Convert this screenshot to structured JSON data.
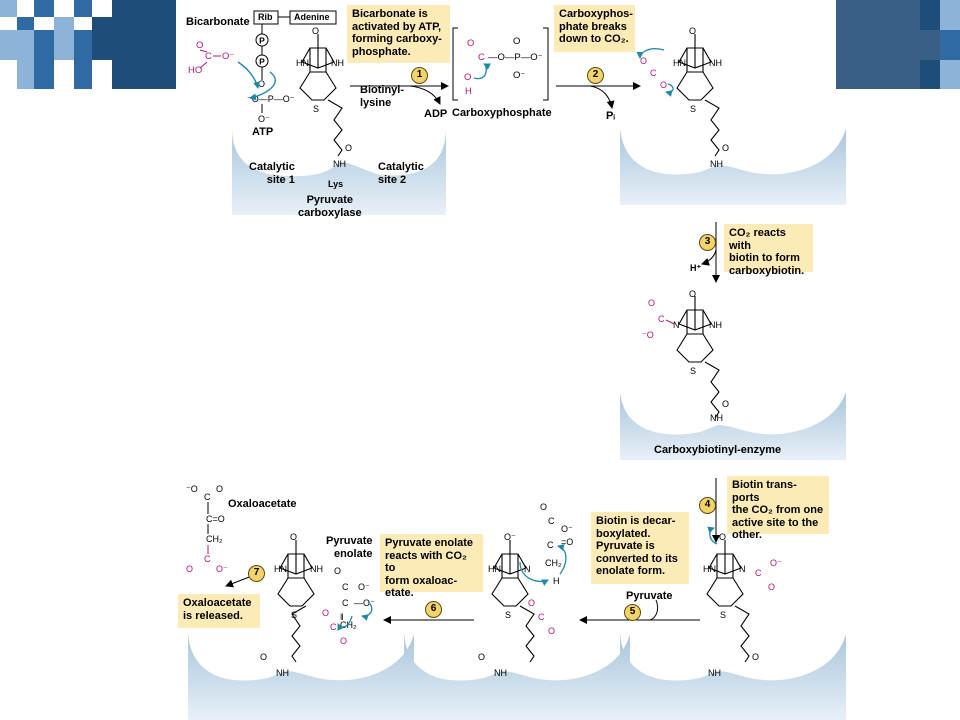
{
  "step1": {
    "label": "Bicarbonate is\nactivated by ATP,\nforming carboxy-\nphosphate.",
    "number": "1"
  },
  "step2": {
    "label": "Carboxyphos-\nphate breaks\ndown to CO₂.",
    "number": "2"
  },
  "step3": {
    "label": "CO₂ reacts with\nbiotin to form\ncarboxybiotin.",
    "number": "3"
  },
  "step4": {
    "label": "Biotin trans-ports\nthe CO₂ from one\nactive site to the\nother.",
    "number": "4"
  },
  "step5": {
    "label": "Biotin is decar-\nboxylated.\nPyruvate is\nconverted to its\nenolate form.",
    "number": "5"
  },
  "step6": {
    "label": "Pyruvate enolate\nreacts with CO₂ to\nform oxaloac-\netate.",
    "number": "6"
  },
  "step7": {
    "label": "Oxaloacetate\nis released.",
    "number": "7"
  },
  "labels": {
    "bicarbonate": "Bicarbonate",
    "rib": "Rib",
    "adenine": "Adenine",
    "atp": "ATP",
    "biotinyl_lysine": "Biotinyl-\nlysine",
    "adp": "ADP",
    "carboxyphosphate": "Carboxyphosphate",
    "pi": "Pᵢ",
    "catalytic_site_1": "Catalytic\nsite 1",
    "catalytic_site_2": "Catalytic\nsite 2",
    "lys": "Lys",
    "pyruvate_carboxylase": "Pyruvate\ncarboxylase",
    "h_plus": "H⁺",
    "carboxybiotinyl_enzyme": "Carboxybiotinyl-enzyme",
    "pyruvate": "Pyruvate",
    "pyruvate_enolate": "Pyruvate\nenolate",
    "oxaloacetate": "Oxaloacetate"
  },
  "colors": {
    "note_bg": "#fcebb6",
    "badge": "#f3d36a",
    "carboxyl": "#b3157a",
    "arrow": "#1f88a8",
    "enzyme": "#c9dcea",
    "tile_dark": "#1e4d7a",
    "tile_mid": "#2f6aa3",
    "tile_light": "#8db3d9"
  }
}
